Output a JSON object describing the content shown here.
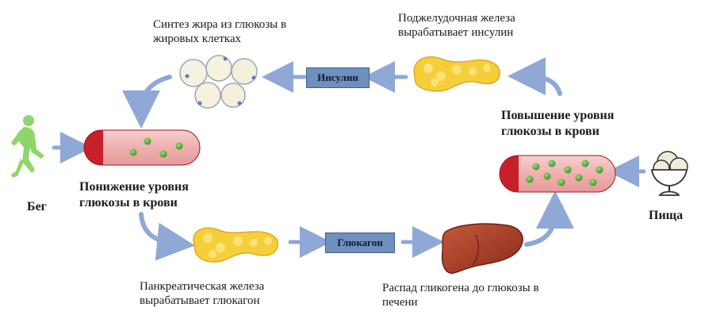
{
  "labels": {
    "fat_synthesis": [
      "Синтез жира из глюкозы в",
      "жировых клетках"
    ],
    "pancreas_insulin": [
      "Поджелудочная железа",
      "вырабатывает инсулин"
    ],
    "glucose_rise": [
      "Повышение уровня",
      "глюкозы в крови"
    ],
    "glucose_drop": [
      "Понижение уровня",
      "глюкозы в крови"
    ],
    "running": "Бег",
    "food": "Пища",
    "pancreas_glucagon": [
      "Панкреатическая железа",
      "вырабатывает глюкагон"
    ],
    "glycogen_breakdown": [
      "Распад гликогена до глюкозы в",
      "печени"
    ]
  },
  "hormones": {
    "insulin": "Инсулин",
    "glucagon": "Глюкагон"
  },
  "colors": {
    "arrow": "#8fa8d6",
    "vessel_red": "#c8202a",
    "vessel_pink": "#f2b8b8",
    "glucose_dot": "#6bbf4a",
    "pancreas": "#f5cf3a",
    "liver": "#b0442c",
    "runner": "#8fd66a"
  }
}
